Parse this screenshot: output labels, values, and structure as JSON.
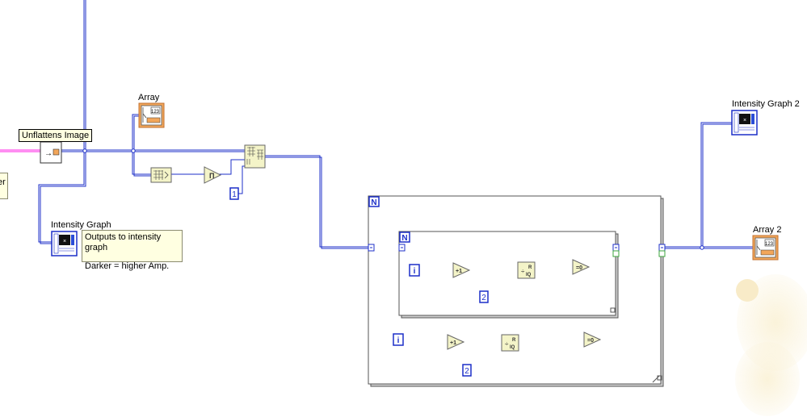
{
  "labels": {
    "unflatten_tip": "Unflattens Image",
    "array": "Array",
    "intensity_graph": "Intensity Graph",
    "intensity_graph_2": "Intensity Graph 2",
    "array_2": "Array 2",
    "left_cut": "er"
  },
  "comment": {
    "line1": "Outputs to intensity graph",
    "line2": "Darker = higher Amp."
  },
  "constants": {
    "one": "1",
    "two_inner": "2",
    "two_outer": "2"
  },
  "loops": {
    "outer_count": "N",
    "inner_count": "N",
    "outer_index": "i",
    "inner_index": "i"
  },
  "nodes": {
    "increment": "+1",
    "quotient_r": "R",
    "quotient_iq": "IQ",
    "equal_zero": "=0",
    "array_display": "123"
  },
  "colors": {
    "wire_array": "#1c2fc9",
    "wire_pink": "#ff1ee6",
    "wire_bool": "#3ca63c",
    "node_fill": "#f4f4c8",
    "indicator_orange": "#f2a65a"
  }
}
